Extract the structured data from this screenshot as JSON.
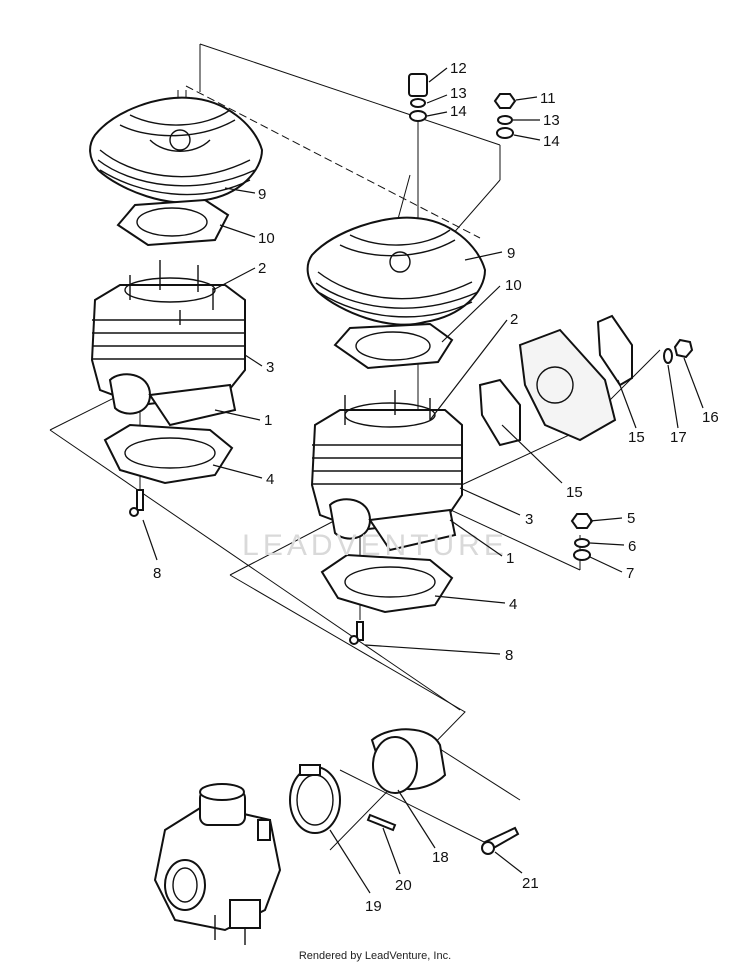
{
  "watermark": "LEADVENTURE",
  "footer_text": "Rendered by LeadVenture, Inc.",
  "callouts": [
    "12",
    "13",
    "14",
    "11",
    "13",
    "14",
    "9",
    "10",
    "2",
    "3",
    "1",
    "4",
    "8",
    "9",
    "10",
    "2",
    "15",
    "17",
    "16",
    "15",
    "3",
    "5",
    "6",
    "7",
    "1",
    "4",
    "8",
    "18",
    "20",
    "19",
    "21"
  ]
}
